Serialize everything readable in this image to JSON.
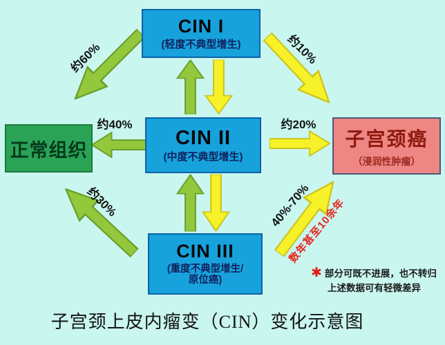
{
  "diagram": {
    "boxes": {
      "cin1": {
        "title": "CIN I",
        "subtitle": "(轻度不典型增生)"
      },
      "cin2": {
        "title": "CIN II",
        "subtitle": "(中度不典型增生)"
      },
      "cin3": {
        "title": "CIN III",
        "subtitle_line1": "(重度不典型增生/",
        "subtitle_line2": "原位癌)"
      },
      "normal_tissue": {
        "title": "正常组织"
      },
      "cervical_cancer": {
        "title": "子宫颈癌",
        "subtitle": "（浸润性肿瘤）"
      }
    },
    "transition_labels": {
      "cin1_to_normal": "约60%",
      "cin1_to_cancer": "约10%",
      "cin2_to_normal": "约40%",
      "cin2_to_cancer": "约20%",
      "cin3_to_normal": "约30%",
      "cin3_to_cancer": "40%-70%",
      "cin3_to_cancer_duration": "数年甚至10余年"
    },
    "footnote": {
      "marker": "✱",
      "line1": "部分可既不进展，也不转归",
      "line2": "上述数据可有轻微差异"
    },
    "caption": "子宫颈上皮内瘤变（CIN）变化示意图",
    "colors": {
      "background": "#c9f6ef",
      "stage_box_fill": "#17a2dc",
      "stage_box_border": "#0d62a6",
      "normal_box_fill": "#2ba357",
      "cancer_box_fill": "#ee8683",
      "green_arrow": "#93c83d",
      "yellow_arrow": "#f7f12a",
      "cancer_text": "#8d1a10",
      "duration_text": "#e8251d"
    }
  }
}
